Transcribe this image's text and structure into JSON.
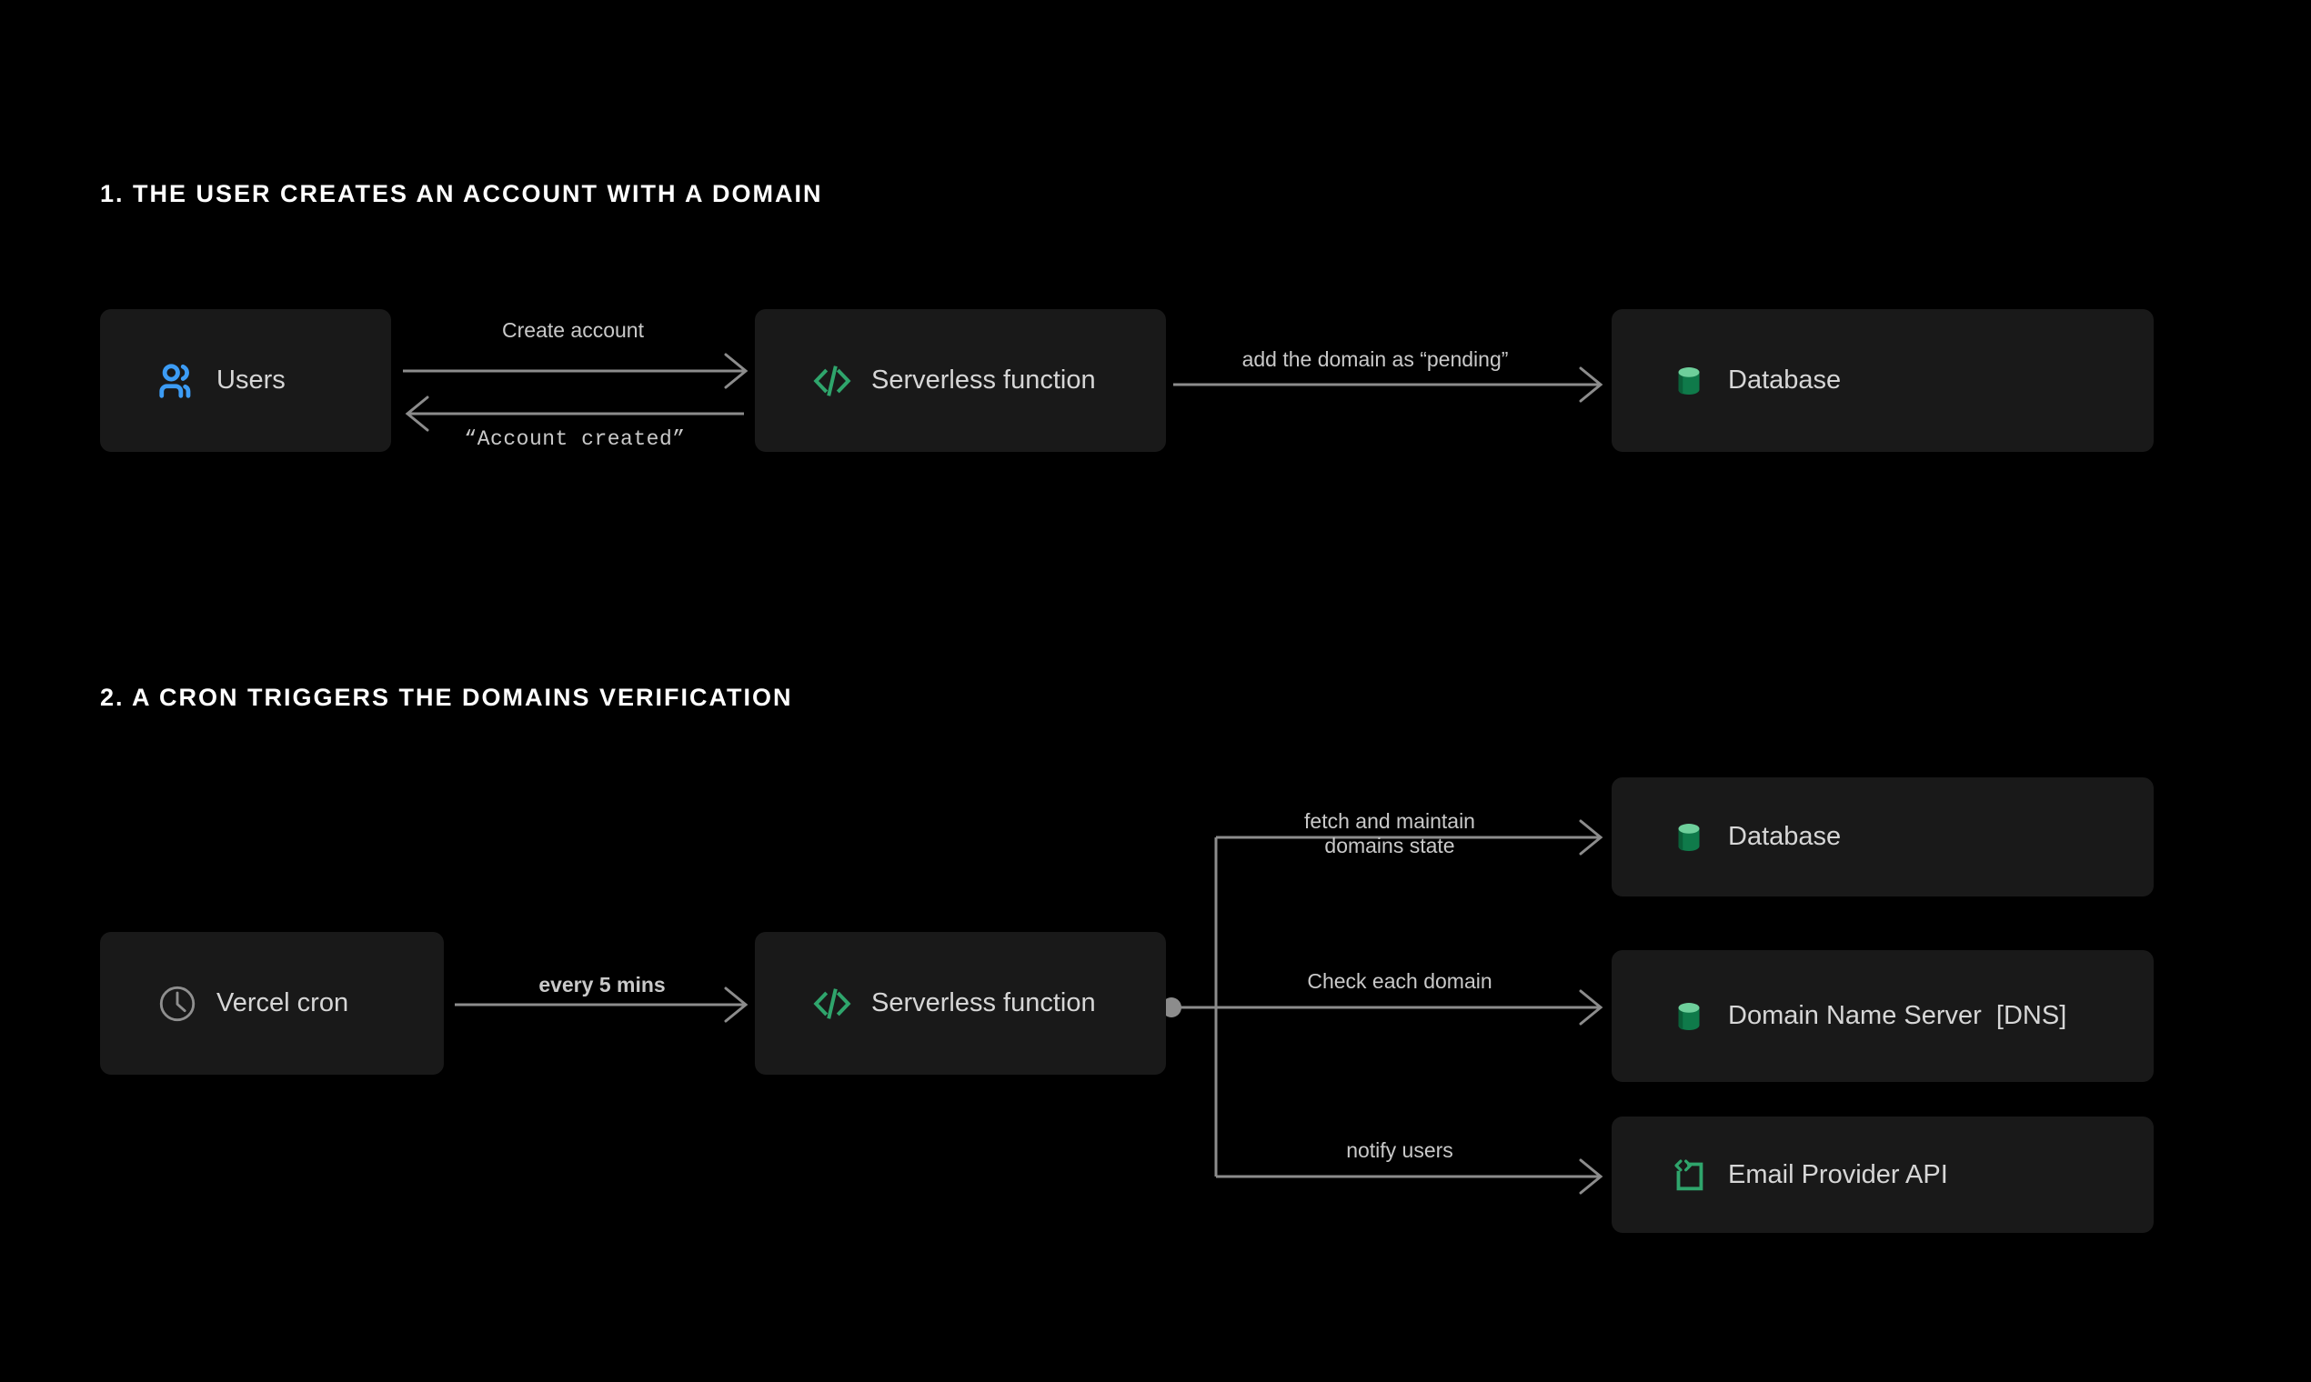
{
  "page": {
    "background_color": "#000000",
    "box_color": "#191919",
    "text_color": "#d6d6d6",
    "heading_color": "#ffffff",
    "wire_color": "#8c8c8c",
    "accent_green": "#2fa56c",
    "accent_blue": "#3c9cf5",
    "accent_db_top": "#6ecf9b",
    "accent_db_body": "#0f7a4a"
  },
  "sections": [
    {
      "heading": "1. THE USER CREATES AN ACCOUNT WITH A DOMAIN",
      "nodes": [
        {
          "id": "users",
          "label": "Users",
          "icon": "users-icon"
        },
        {
          "id": "serverless-1",
          "label": "Serverless function",
          "icon": "code-icon"
        },
        {
          "id": "database-1",
          "label": "Database",
          "icon": "database-icon"
        }
      ],
      "edges": [
        {
          "id": "create-account",
          "label": "Create account",
          "style": "sans",
          "direction": "right"
        },
        {
          "id": "account-created",
          "label": "“Account created”",
          "style": "mono",
          "direction": "left"
        },
        {
          "id": "add-domain",
          "label": "add the domain as “pending”",
          "style": "sans",
          "direction": "right"
        }
      ]
    },
    {
      "heading": "2. A CRON TRIGGERS THE DOMAINS VERIFICATION",
      "nodes": [
        {
          "id": "vercel-cron",
          "label": "Vercel cron",
          "icon": "clock-icon"
        },
        {
          "id": "serverless-2",
          "label": "Serverless function",
          "icon": "code-icon"
        },
        {
          "id": "database-2",
          "label": "Database",
          "icon": "database-icon"
        },
        {
          "id": "dns",
          "label": "Domain Name Server  [DNS]",
          "icon": "database-icon"
        },
        {
          "id": "email",
          "label": "Email Provider API",
          "icon": "api-bracket-icon"
        }
      ],
      "edges": [
        {
          "id": "every-5-mins",
          "label": "every 5 mins",
          "style": "sans",
          "direction": "right"
        },
        {
          "id": "fetch-maintain",
          "label": "fetch and maintain\ndomains state",
          "style": "sans",
          "direction": "right"
        },
        {
          "id": "check-domain",
          "label": "Check each domain",
          "style": "sans",
          "direction": "right"
        },
        {
          "id": "notify-users",
          "label": "notify users",
          "style": "sans",
          "direction": "right"
        }
      ]
    }
  ]
}
